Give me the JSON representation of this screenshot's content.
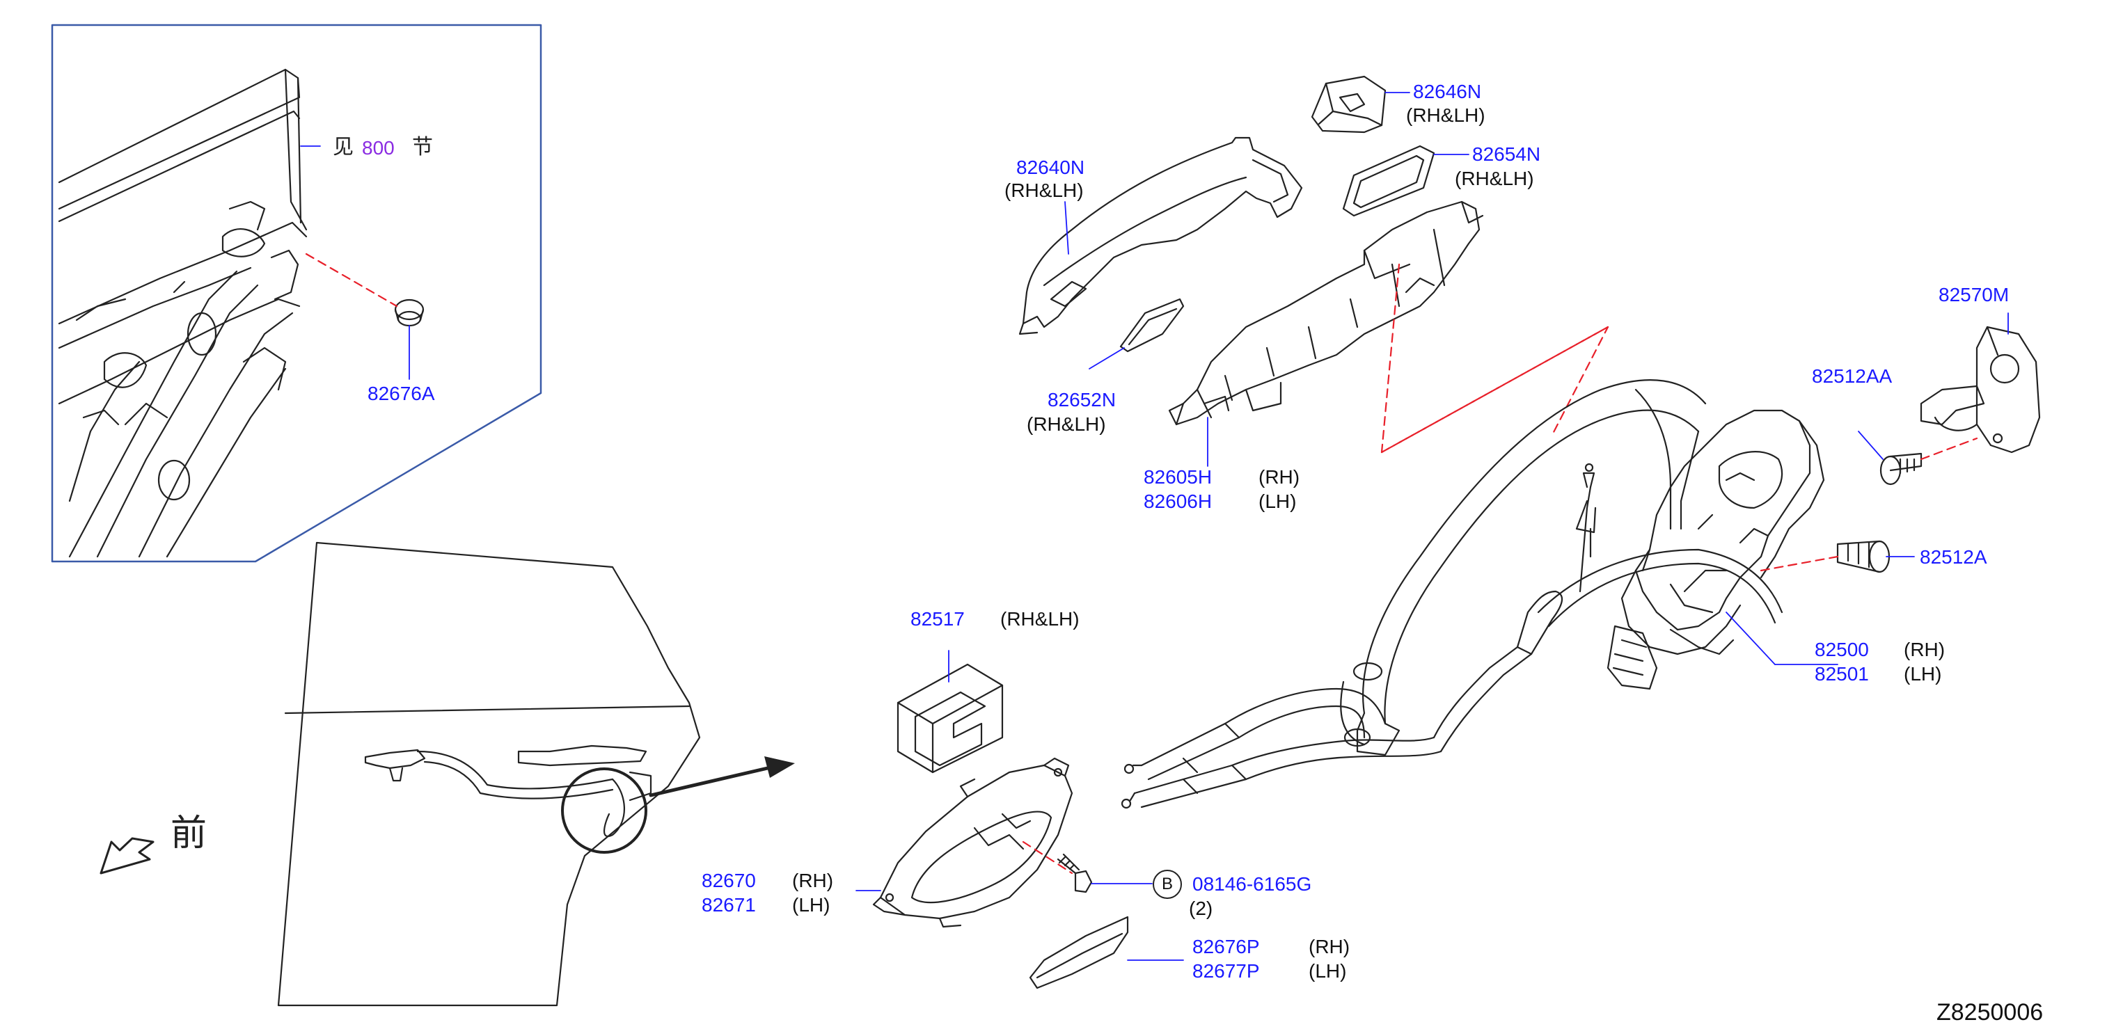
{
  "colors": {
    "line": "#222222",
    "leader": "#1a1aff",
    "dash": "#e8202a",
    "inset_border": "#3a5aa8",
    "part_number": "#1a1aff",
    "reference_number": "#8a2be2"
  },
  "inset": {
    "see_prefix": "见",
    "see_ref": "800",
    "see_suffix": "节",
    "part_grommet": "82676A"
  },
  "front_arrow": {
    "label": "前"
  },
  "parts": {
    "p82646n": {
      "number": "82646N",
      "side": "(RH&LH)"
    },
    "p82654n": {
      "number": "82654N",
      "side": "(RH&LH)"
    },
    "p82640n": {
      "number": "82640N",
      "side": "(RH&LH)"
    },
    "p82652n": {
      "number": "82652N",
      "side": "(RH&LH)"
    },
    "p82605h": {
      "number": "82605H",
      "side": "(RH)"
    },
    "p82606h": {
      "number": "82606H",
      "side": "(LH)"
    },
    "p82570m": {
      "number": "82570M"
    },
    "p82512aa": {
      "number": "82512AA"
    },
    "p82512a": {
      "number": "82512A"
    },
    "p82500": {
      "number": "82500",
      "side": "(RH)"
    },
    "p82501": {
      "number": "82501",
      "side": "(LH)"
    },
    "p82517": {
      "number": "82517",
      "side": "(RH&LH)"
    },
    "p82670": {
      "number": "82670",
      "side": "(RH)"
    },
    "p82671": {
      "number": "82671",
      "side": "(LH)"
    },
    "bolt": {
      "callout": "B",
      "number": "08146-6165G",
      "qty": "(2)"
    },
    "p82676p": {
      "number": "82676P",
      "side": "(RH)"
    },
    "p82677p": {
      "number": "82677P",
      "side": "(LH)"
    }
  },
  "diagram_code": "Z8250006"
}
